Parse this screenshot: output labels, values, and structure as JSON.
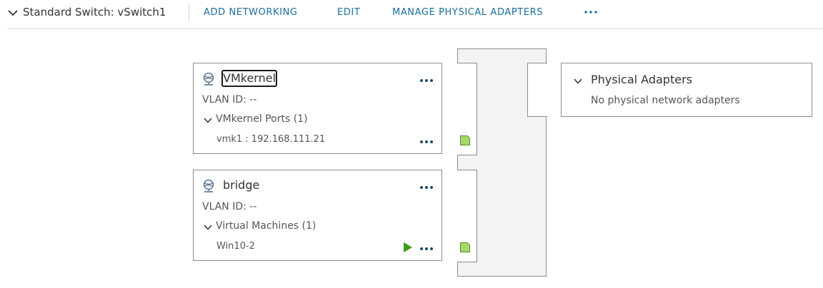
{
  "header": {
    "title": "Standard Switch: vSwitch1",
    "actions": {
      "add_networking": "ADD NETWORKING",
      "edit": "EDIT",
      "manage_physical_adapters": "MANAGE PHYSICAL ADAPTERS"
    },
    "more_icon": "ellipsis-horizontal-icon"
  },
  "port_groups": [
    {
      "name": "VMkernel",
      "vlan": "VLAN ID: --",
      "section_label": "VMkernel Ports (1)",
      "item_label": "vmk1 : 192.168.111.21",
      "icon": "port-group-icon"
    },
    {
      "name": "bridge",
      "vlan": "VLAN ID: --",
      "section_label": "Virtual Machines (1)",
      "item_label": "Win10-2",
      "icon": "port-group-icon",
      "item_status_icon": "powered-on-play-icon"
    }
  ],
  "physical_adapters": {
    "title": "Physical Adapters",
    "empty_text": "No physical network adapters"
  },
  "colors": {
    "link": "#1a6f9c",
    "more_dots": "#1a4a6b",
    "port_green": "#a6d96a",
    "play_green": "#3a9a1a",
    "border": "#8c8c8c",
    "switch_fill": "#f3f3f3"
  }
}
